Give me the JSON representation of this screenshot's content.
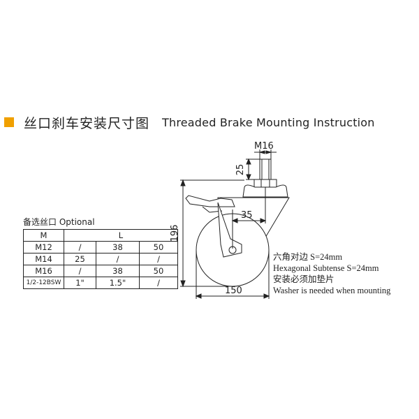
{
  "title": {
    "cn": "丝口刹车安装尺寸图",
    "en": "Threaded Brake Mounting Instruction"
  },
  "options": {
    "label": "备选丝口 Optional",
    "header": [
      "M",
      "L"
    ],
    "rows": [
      [
        "M12",
        "/",
        "38",
        "50"
      ],
      [
        "M14",
        "25",
        "/",
        "/"
      ],
      [
        "M16",
        "/",
        "38",
        "50"
      ],
      [
        "1/2-12BSW",
        "1\"",
        "1.5\"",
        "/"
      ]
    ]
  },
  "dimensions": {
    "thread": "M16",
    "thread_length": "25",
    "height": "196",
    "offset": "35",
    "wheel_diameter": "150"
  },
  "notes": {
    "line1": "六角对边 S=24mm",
    "line2": "Hexagonal Subtense S=24mm",
    "line3": "安装必须加垫片",
    "line4": "Washer is needed when mounting"
  },
  "colors": {
    "accent": "#f0a000",
    "line": "#222222"
  }
}
